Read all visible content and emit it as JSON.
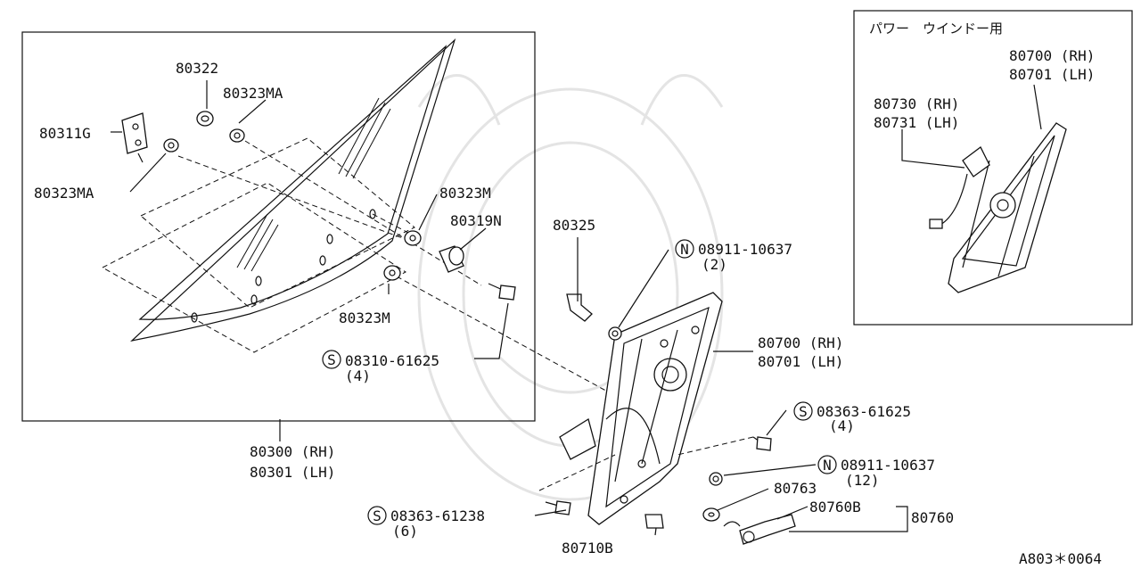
{
  "inset": {
    "title": "パワー　ウインドー用",
    "parts": [
      {
        "rh": "80700 (RH)",
        "lh": "80701 (LH)"
      },
      {
        "rh": "80730 (RH)",
        "lh": "80731 (LH)"
      }
    ]
  },
  "labels": {
    "p80322": "80322",
    "p80323ma_top": "80323MA",
    "p80311g": "80311G",
    "p80323ma_left": "80323MA",
    "p80323m_top": "80323M",
    "p80319n": "80319N",
    "p80323m_bottom": "80323M",
    "p80325": "80325",
    "bolt_s_61625": {
      "code": "08310-61625",
      "qty": "(4)",
      "mark": "S"
    },
    "nut_n_top": {
      "code": "08911-10637",
      "qty": "(2)",
      "mark": "N"
    },
    "regulator_rh": "80700 (RH)",
    "regulator_lh": "80701 (LH)",
    "bolt_s_63625": {
      "code": "08363-61625",
      "qty": "(4)",
      "mark": "S"
    },
    "glass_rh": "80300 (RH)",
    "glass_lh": "80301 (LH)",
    "nut_n_bottom": {
      "code": "08911-10637",
      "qty": "(12)",
      "mark": "N"
    },
    "p80763": "80763",
    "bolt_s_61238": {
      "code": "08363-61238",
      "qty": "(6)",
      "mark": "S"
    },
    "p80760b": "80760B",
    "p80760": "80760",
    "p80710b": "80710B"
  },
  "figure_code": "A803＊0064"
}
